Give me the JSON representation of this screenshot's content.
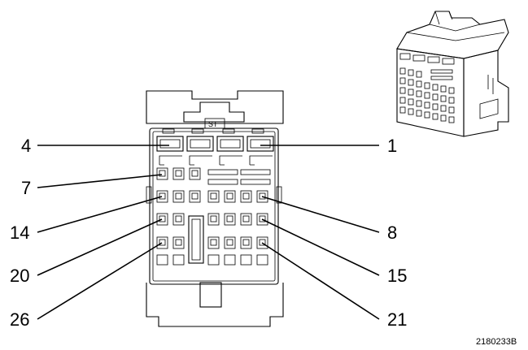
{
  "diagram": {
    "connector_stamp": "ST",
    "figure_id": "2180233B",
    "pin_labels": {
      "p4": "4",
      "p1": "1",
      "p7": "7",
      "p14": "14",
      "p8": "8",
      "p20": "20",
      "p15": "15",
      "p26": "26",
      "p21": "21"
    }
  }
}
